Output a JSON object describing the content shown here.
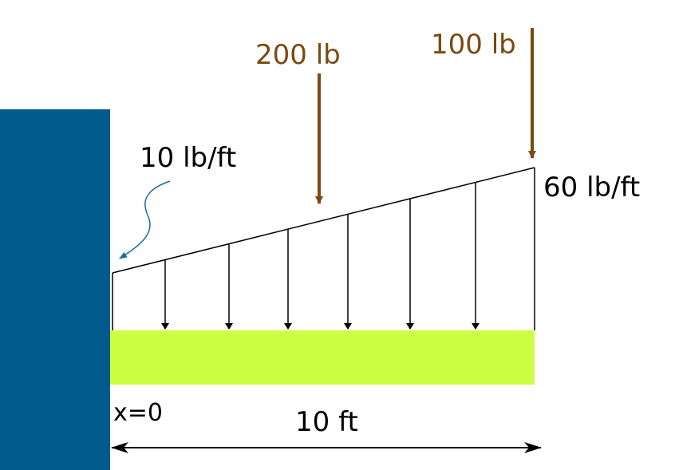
{
  "labels": {
    "force_200": "200 lb",
    "force_100": "100 lb",
    "load_start": "10 lb/ft",
    "load_end": "60 lb/ft",
    "origin": "x=0",
    "length": "10 ft"
  },
  "colors": {
    "wall": "#005a8c",
    "beam": "#ccff44",
    "force": "#7a4a10",
    "callout": "#1a6fa0",
    "load": "#000000"
  }
}
